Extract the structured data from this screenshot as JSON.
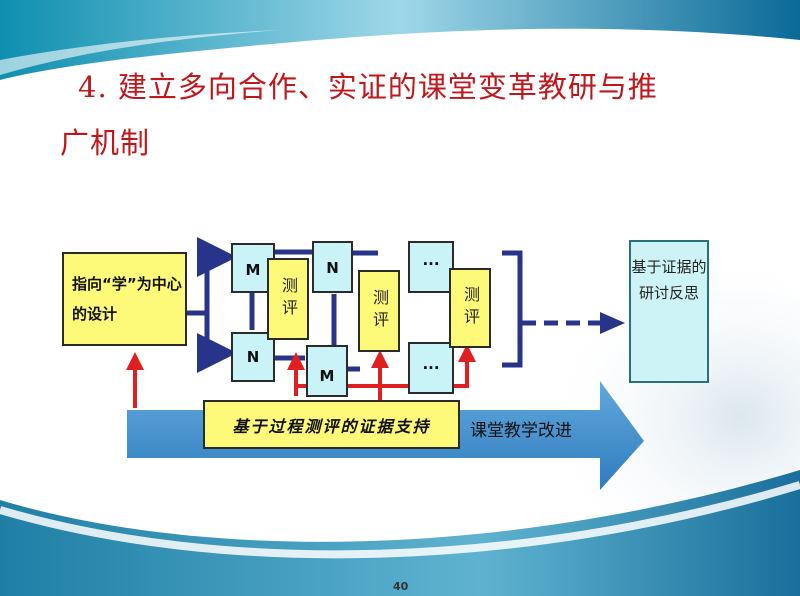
{
  "slide": {
    "title_line1": "4. 建立多向合作、实证的课堂变革教研与推",
    "title_line2": "广机制",
    "page_number": "40"
  },
  "diagram": {
    "design_box": "指向“学”为中心的设计",
    "m_label": "M",
    "n_label": "N",
    "ellipsis": "···",
    "assess_label": "测评",
    "goal_box": "基于证据的研讨反思",
    "support_box": "基于过程测评的证据支持",
    "improve_label": "课堂教学改进"
  },
  "colors": {
    "title": "#c0171c",
    "connector": "#28348a",
    "feedback_arrow": "#e02020",
    "band": "#4a93cf",
    "assess_fill": "#fdfa7a",
    "node_fill": "#c9f3f7"
  }
}
